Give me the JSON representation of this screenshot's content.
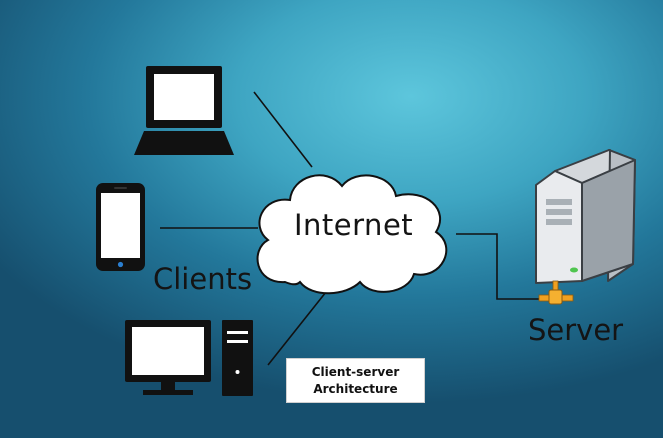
{
  "internet": {
    "label": "Internet"
  },
  "clients": {
    "label": "Clients"
  },
  "server": {
    "label": "Server"
  },
  "caption": {
    "line1": "Client-server",
    "line2": "Architecture"
  },
  "colors": {
    "background_light": "#5dc6dc",
    "background_dark": "#164f6e",
    "device_black": "#111111",
    "cloud_fill": "#ffffff",
    "server_body": "#e9ebee",
    "connector_orange": "#f0a020"
  }
}
